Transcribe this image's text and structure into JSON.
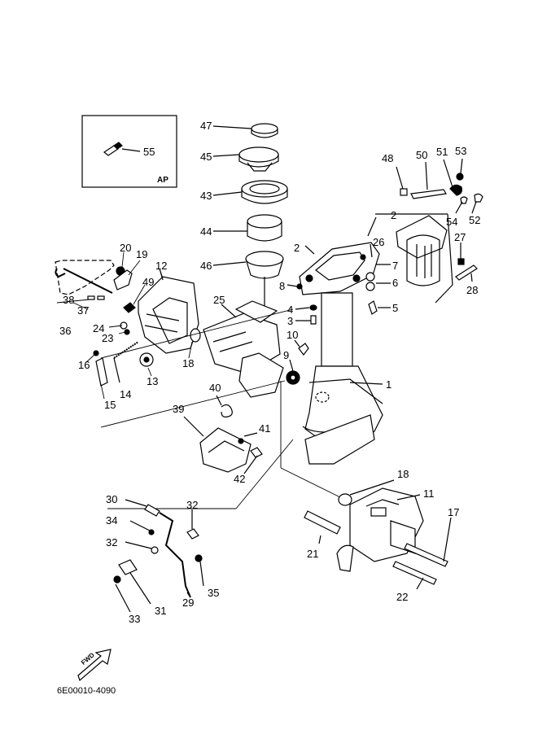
{
  "diagram": {
    "drawing_code": "6E00010-4090",
    "inset_tag": "AP",
    "direction_label": "FWD",
    "callouts": [
      {
        "id": "c47",
        "label": "47"
      },
      {
        "id": "c45",
        "label": "45"
      },
      {
        "id": "c43",
        "label": "43"
      },
      {
        "id": "c44",
        "label": "44"
      },
      {
        "id": "c46",
        "label": "46"
      },
      {
        "id": "c55",
        "label": "55"
      },
      {
        "id": "c48",
        "label": "48"
      },
      {
        "id": "c50",
        "label": "50"
      },
      {
        "id": "c51",
        "label": "51"
      },
      {
        "id": "c53",
        "label": "53"
      },
      {
        "id": "c54",
        "label": "54"
      },
      {
        "id": "c52",
        "label": "52"
      },
      {
        "id": "c2a",
        "label": "2"
      },
      {
        "id": "c26",
        "label": "26"
      },
      {
        "id": "c27",
        "label": "27"
      },
      {
        "id": "c28",
        "label": "28"
      },
      {
        "id": "c2b",
        "label": "2"
      },
      {
        "id": "c7",
        "label": "7"
      },
      {
        "id": "c6",
        "label": "6"
      },
      {
        "id": "c8",
        "label": "8"
      },
      {
        "id": "c5",
        "label": "5"
      },
      {
        "id": "c4",
        "label": "4"
      },
      {
        "id": "c3",
        "label": "3"
      },
      {
        "id": "c10",
        "label": "10"
      },
      {
        "id": "c9",
        "label": "9"
      },
      {
        "id": "c1",
        "label": "1"
      },
      {
        "id": "c20",
        "label": "20"
      },
      {
        "id": "c19",
        "label": "19"
      },
      {
        "id": "c12",
        "label": "12"
      },
      {
        "id": "c49",
        "label": "49"
      },
      {
        "id": "c38",
        "label": "38"
      },
      {
        "id": "c37",
        "label": "37"
      },
      {
        "id": "c36",
        "label": "36"
      },
      {
        "id": "c24",
        "label": "24"
      },
      {
        "id": "c23",
        "label": "23"
      },
      {
        "id": "c25",
        "label": "25"
      },
      {
        "id": "c18a",
        "label": "18"
      },
      {
        "id": "c16",
        "label": "16"
      },
      {
        "id": "c13",
        "label": "13"
      },
      {
        "id": "c14",
        "label": "14"
      },
      {
        "id": "c15",
        "label": "15"
      },
      {
        "id": "c40",
        "label": "40"
      },
      {
        "id": "c39",
        "label": "39"
      },
      {
        "id": "c41",
        "label": "41"
      },
      {
        "id": "c42",
        "label": "42"
      },
      {
        "id": "c18b",
        "label": "18"
      },
      {
        "id": "c11",
        "label": "11"
      },
      {
        "id": "c17",
        "label": "17"
      },
      {
        "id": "c21",
        "label": "21"
      },
      {
        "id": "c22",
        "label": "22"
      },
      {
        "id": "c30",
        "label": "30"
      },
      {
        "id": "c32a",
        "label": "32"
      },
      {
        "id": "c34",
        "label": "34"
      },
      {
        "id": "c32b",
        "label": "32"
      },
      {
        "id": "c35",
        "label": "35"
      },
      {
        "id": "c29",
        "label": "29"
      },
      {
        "id": "c31",
        "label": "31"
      },
      {
        "id": "c33",
        "label": "33"
      }
    ]
  }
}
